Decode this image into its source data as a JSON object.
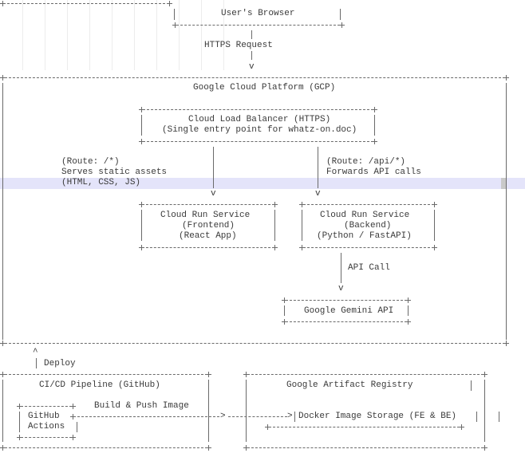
{
  "browser": {
    "label": "User's Browser"
  },
  "request": {
    "label": "HTTPS Request",
    "arrow": "v"
  },
  "gcp": {
    "title": "Google Cloud Platform (GCP)",
    "load_balancer": {
      "title": "Cloud Load Balancer (HTTPS)",
      "subtitle": "(Single entry point for whatz-on.doc)"
    },
    "route_frontend": {
      "route": "(Route: /*)",
      "line2": "Serves static assets",
      "line3": "(HTML, CSS, JS)"
    },
    "route_backend": {
      "route": "(Route: /api/*)",
      "line2": "Forwards API calls"
    },
    "frontend_service": {
      "title": "Cloud Run Service",
      "role": "(Frontend)",
      "tech": "(React App)"
    },
    "backend_service": {
      "title": "Cloud Run Service",
      "role": "(Backend)",
      "tech": "(Python / FastAPI)"
    },
    "api_call": {
      "label": "API Call"
    },
    "gemini": {
      "label": "Google Gemini API"
    }
  },
  "deploy": {
    "arrow": "^",
    "label": "Deploy"
  },
  "cicd": {
    "title": "CI/CD Pipeline (GitHub)",
    "build_label": "Build & Push Image",
    "github_line1": "GitHub",
    "github_line2": "Actions"
  },
  "registry": {
    "title": "Google Artifact Registry",
    "storage": "Docker Image Storage (FE & BE)"
  },
  "arrow_glyphs": {
    "down": "v",
    "right": ">"
  }
}
